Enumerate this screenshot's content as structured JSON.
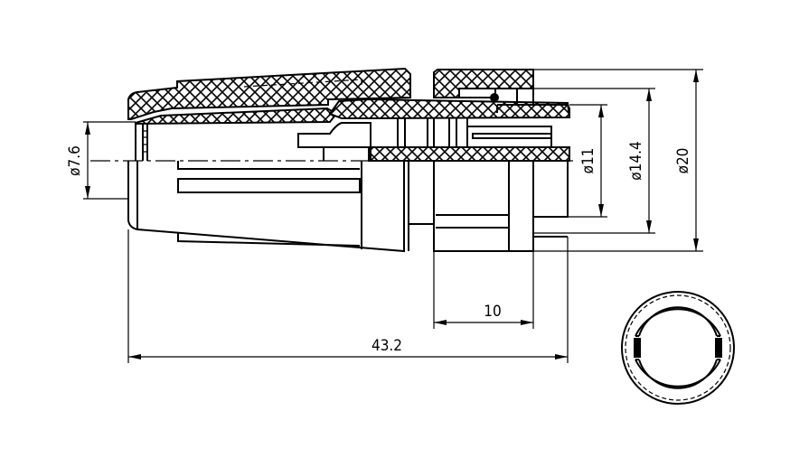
{
  "drawing": {
    "dimensions": {
      "cable_diameter": "ø7.6",
      "inner_diameter": "ø11",
      "mid_diameter": "ø14.4",
      "outer_diameter": "ø20",
      "nut_length": "10",
      "overall_length": "43.2"
    }
  }
}
